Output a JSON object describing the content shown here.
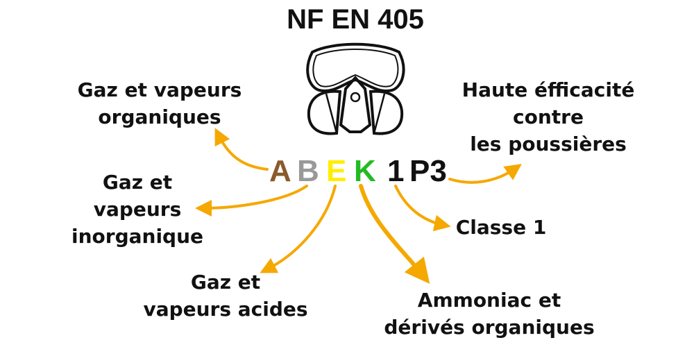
{
  "title": "NF EN 405",
  "code": [
    {
      "letter": "A",
      "color": "#8a5a2b"
    },
    {
      "letter": "B",
      "color": "#999999"
    },
    {
      "letter": "E",
      "color": "#ffee00"
    },
    {
      "letter": "K",
      "color": "#22bb22"
    },
    {
      "letter": "1",
      "color": "#111111"
    },
    {
      "letter": "P3",
      "color": "#111111"
    }
  ],
  "labels": {
    "A": [
      "Gaz et vapeurs",
      "organiques"
    ],
    "B": [
      "Gaz et",
      "vapeurs",
      "inorganique"
    ],
    "E": [
      "Gaz et",
      "vapeurs acides"
    ],
    "K": [
      "Ammoniac et",
      "dérivés organiques"
    ],
    "class": [
      "Classe 1"
    ],
    "P3": [
      "Haute éfficacité",
      "contre",
      "les poussières"
    ]
  },
  "arrow_color": "#f5a800"
}
